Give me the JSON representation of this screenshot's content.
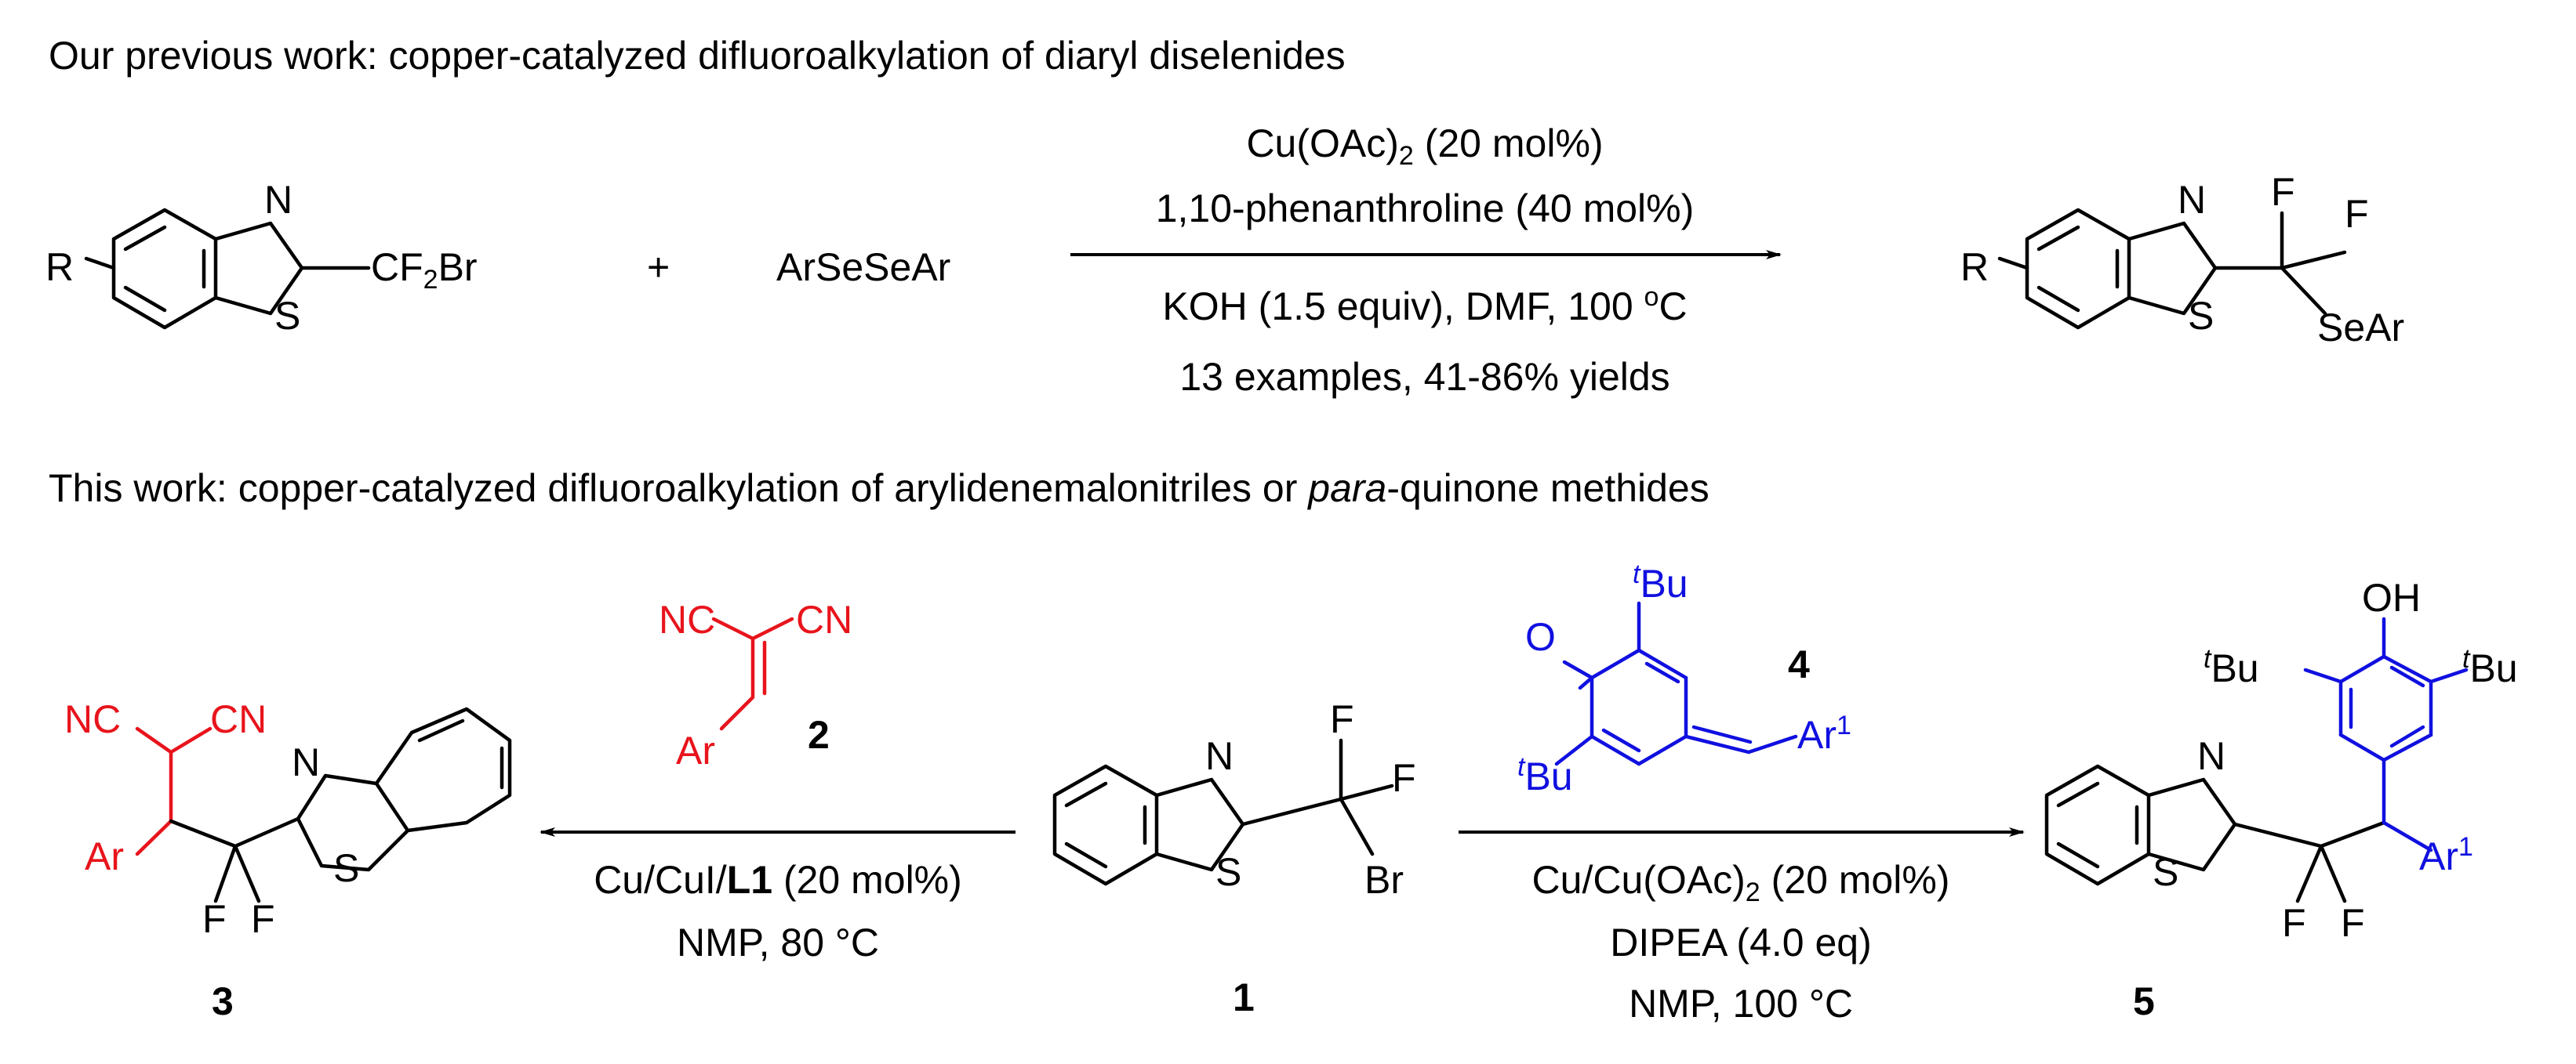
{
  "headers": {
    "previous": "Our previous work: copper-catalyzed difluoroalkylation of diaryl diselenides",
    "this_work_prefix": "This work: copper-catalyzed difluoroalkylation of arylidenemalonitriles or ",
    "this_work_italic": "para",
    "this_work_suffix": "-quinone methides"
  },
  "previous_reaction": {
    "substrate_r": "R",
    "substrate_group": "CF",
    "substrate_group_sub": "2",
    "substrate_group_tail": "Br",
    "plus": "+",
    "reagent": "ArSeSeAr",
    "cond_catalyst": "Cu(OAc)",
    "cond_catalyst_sub": "2",
    "cond_catalyst_tail": " (20 mol%)",
    "cond_ligand": "1,10-phenanthroline (40 mol%)",
    "cond_base": "KOH (1.5 equiv), DMF, 100 ",
    "cond_base_sup": "o",
    "cond_base_tail": "C",
    "cond_scope": "13 examples, 41-86% yields",
    "product_r": "R",
    "product_se": "SeAr"
  },
  "this_work": {
    "left_cond_1_prefix": "Cu/CuI/",
    "left_cond_1_bold": "L1",
    "left_cond_1_suffix": " (20 mol%)",
    "left_cond_2": "NMP, 80 °C",
    "right_cond_1": "Cu/Cu(OAc)",
    "right_cond_1_sub": "2",
    "right_cond_1_tail": " (20 mol%)",
    "right_cond_2": "DIPEA (4.0 eq)",
    "right_cond_3": "NMP, 100 °C",
    "compound_labels": [
      "1",
      "2",
      "3",
      "4",
      "5"
    ]
  },
  "atoms": {
    "N": "N",
    "S": "S",
    "F": "F",
    "Br": "Br",
    "O": "O",
    "OH": "OH",
    "NC": "NC",
    "CN": "CN",
    "Ar": "Ar",
    "tBu_t": "t",
    "tBu_Bu": "Bu",
    "Ar1": "Ar",
    "Ar1_sup": "1"
  },
  "colors": {
    "reagent_2": "#e8141c",
    "reagent_4": "#1010e0",
    "default": "#000000"
  }
}
